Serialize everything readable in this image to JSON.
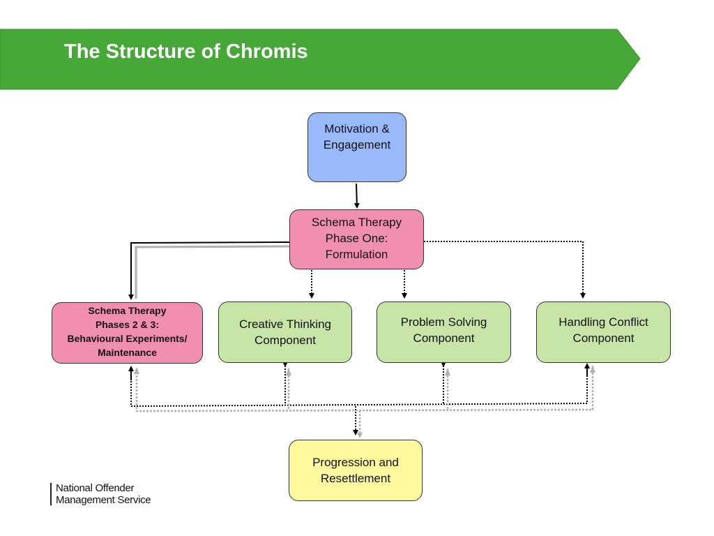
{
  "title": "The Structure of Chromis",
  "colors": {
    "banner_green": "#46a837",
    "blue_box": "#99b9fb",
    "pink_box": "#f08fb2",
    "green_box": "#c6e5a6",
    "yellow_box": "#fef89e"
  },
  "nodes": {
    "motivation": "Motivation &\nEngagement",
    "phase1": "Schema Therapy\nPhase One:\nFormulation",
    "phase23": "Schema Therapy\nPhases 2 & 3:\nBehavioural Experiments/\nMaintenance",
    "creative": "Creative Thinking\nComponent",
    "problem": "Problem Solving\nComponent",
    "conflict": "Handling Conflict\nComponent",
    "progression": "Progression and\nResettlement"
  },
  "footer": {
    "organisation": "National Offender\nManagement Service"
  }
}
